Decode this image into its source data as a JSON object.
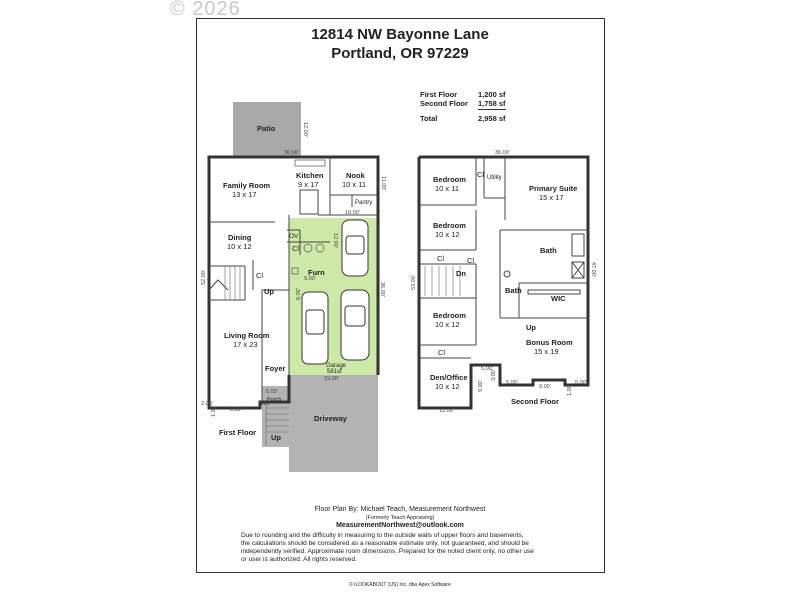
{
  "watermark": "© 2026",
  "header": {
    "address_line1": "12814 NW Bayonne Lane",
    "address_line2": "Portland, OR 97229"
  },
  "sqft": {
    "first_label": "First Floor",
    "first_value": "1,200 sf",
    "second_label": "Second Floor",
    "second_value": "1,758 sf",
    "total_label": "Total",
    "total_value": "2,958 sf"
  },
  "first_floor": {
    "patio": "Patio",
    "kitchen": "Kitchen",
    "kitchen_size": "9 x 17",
    "nook": "Nook",
    "nook_size": "10 x 11",
    "family": "Family Room",
    "family_size": "13 x 17",
    "pantry": "Pantry",
    "dining": "Dining",
    "dining_size": "10 x 12",
    "ov": "OV",
    "cl1": "Cl",
    "cl2": "Cl",
    "furn": "Furn",
    "up": "Up",
    "living": "Living Room",
    "living_size": "17 x 23",
    "foyer": "Foyer",
    "porch": "Porch",
    "garage": "Garage",
    "garage_size": "581sf",
    "driveway": "Driveway",
    "floor_name": "First Floor",
    "stair_up": "Up",
    "dims": {
      "patio_d": "12.00'",
      "top": "36.00'",
      "right": "11.00'",
      "garage_top": "10.00'",
      "g_inner": "12.00'",
      "g_side": "36.00'",
      "left": "52.00'",
      "furn_w": "9.00'",
      "g_mid": "6.00'",
      "garage_w": "19.00'",
      "bottom_l": "2.00'",
      "bottom_w": "8.00'",
      "bottom_r": "2.00'",
      "porch_w": "5.00'",
      "porch_h": "1.00'",
      "step": "1.00'"
    }
  },
  "second_floor": {
    "bed1": "Bedroom",
    "bed1_size": "10 x 11",
    "utility": "Utility",
    "cl_u": "Cl",
    "primary": "Primary Suite",
    "primary_size": "15 x 17",
    "bed2": "Bedroom",
    "bed2_size": "10 x 12",
    "bath1": "Bath",
    "dn": "Dn",
    "cl_a": "Cl",
    "cl_b": "Cl",
    "bath2": "Bath",
    "wic": "WIC",
    "bed3": "Bedroom",
    "bed3_size": "10 x 12",
    "up": "Up",
    "bonus": "Bonus Room",
    "bonus_size": "15 x 19",
    "cl_c": "Cl",
    "den": "Den/Office",
    "den_size": "10 x 12",
    "floor_name": "Second Floor",
    "dims": {
      "top": "36.00'",
      "left": "53.00'",
      "right": "47.00'",
      "den_w": "12.00'",
      "den_h": "9.00'",
      "notch_a": "5.00'",
      "notch_b": "3.00'",
      "b1": "5.00'",
      "b2": "9.00'",
      "b3": "5.00'",
      "b4": "1.00'"
    }
  },
  "footer": {
    "credit": "Floor Plan By: Michael Teach, Measurement Northwest",
    "former": "(Formerly Teach Appraising)",
    "email": "MeasurementNorthwest@outlook.com",
    "disclaimer1": "Due to rounding and the difficulty in measuring to the outside walls of upper floors and basements,",
    "disclaimer2": "the calculations should be considered as a reasonable estimate only, not guaranteed, and should be",
    "disclaimer3": "independently verified. Approximate room dimensions. Prepared for the noted client only, no other use",
    "disclaimer4": "or user is authorized. All rights reserved.",
    "software": "© iLOOKABOUT (US) Inc. dba Apex Software"
  },
  "colors": {
    "patio": "#a9a9a9",
    "garage": "#cde9a8",
    "driveway": "#b3b3b3",
    "wall": "#333333"
  }
}
